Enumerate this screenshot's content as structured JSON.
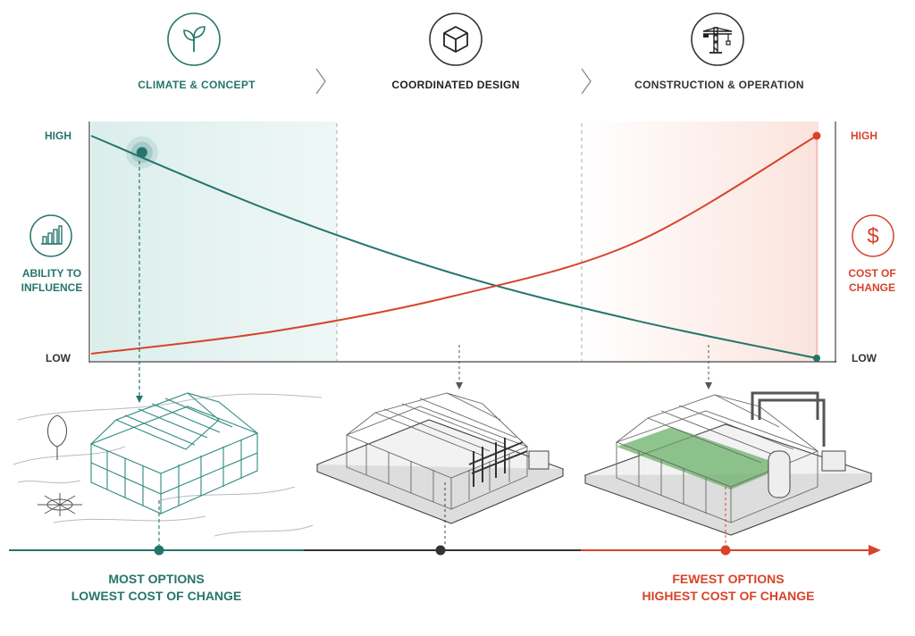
{
  "phases": [
    {
      "label": "CLIMATE & CONCEPT",
      "icon": "sprout-icon"
    },
    {
      "label": "COORDINATED DESIGN",
      "icon": "cube-icon"
    },
    {
      "label": "CONSTRUCTION & OPERATION",
      "icon": "crane-icon"
    }
  ],
  "left_axis": {
    "high": "HIGH",
    "low": "LOW",
    "title": "ABILITY TO\nINFLUENCE",
    "icon": "bar-chart-icon"
  },
  "right_axis": {
    "high": "HIGH",
    "low": "LOW",
    "title": "COST OF\nCHANGE",
    "icon": "dollar-icon"
  },
  "bottom": {
    "left": "MOST OPTIONS\nLOWEST COST OF CHANGE",
    "right": "FEWEST OPTIONS\nHIGHEST COST OF CHANGE"
  },
  "colors": {
    "teal": "#25756c",
    "red": "#d8432b",
    "dark": "#333333",
    "gray": "#888888"
  },
  "chart_data": {
    "type": "line",
    "x": [
      0,
      0.25,
      0.5,
      0.75,
      1.0
    ],
    "ylim": [
      0,
      1
    ],
    "series": [
      {
        "name": "ABILITY TO INFLUENCE",
        "values": [
          1.0,
          0.66,
          0.38,
          0.17,
          0.0
        ]
      },
      {
        "name": "COST OF CHANGE",
        "values": [
          0.02,
          0.12,
          0.28,
          0.52,
          1.0
        ]
      }
    ]
  }
}
